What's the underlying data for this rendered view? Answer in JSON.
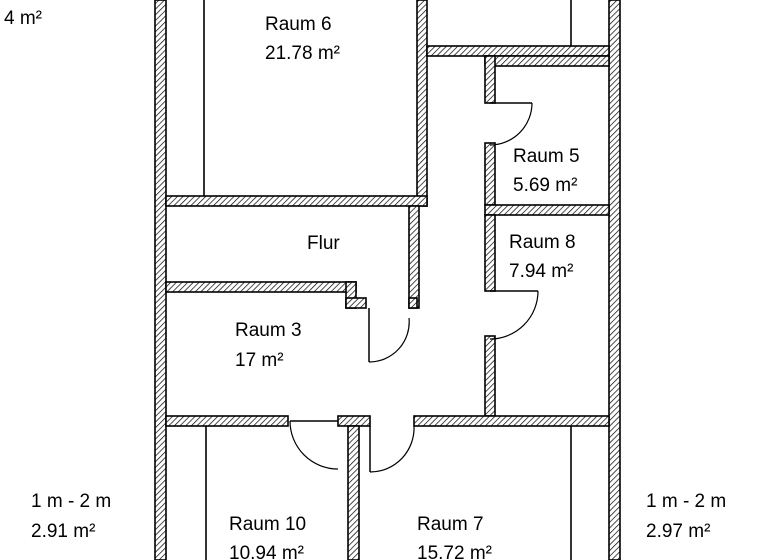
{
  "rooms": [
    {
      "id": "raum6",
      "name": "Raum 6",
      "area": "21.78 m²"
    },
    {
      "id": "raum5",
      "name": "Raum 5",
      "area": "5.69 m²"
    },
    {
      "id": "flur",
      "name": "Flur"
    },
    {
      "id": "raum8",
      "name": "Raum 8",
      "area": "7.94 m²"
    },
    {
      "id": "raum3",
      "name": "Raum 3",
      "area": "17 m²"
    },
    {
      "id": "raum10",
      "name": "Raum 10",
      "area": "10.94 m²"
    },
    {
      "id": "raum7",
      "name": "Raum 7",
      "area": "15.72 m²"
    }
  ],
  "outside_labels": {
    "top_left_area": "4 m²",
    "left_height": "1 m - 2 m",
    "left_area": "2.91 m²",
    "right_height": "1 m - 2 m",
    "right_area": "2.97 m²"
  }
}
